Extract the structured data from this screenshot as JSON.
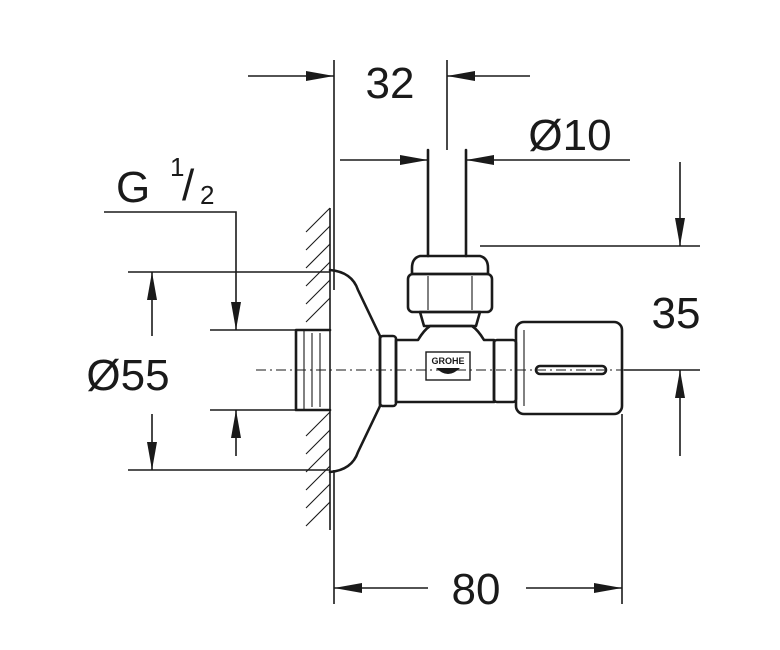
{
  "dimensions": {
    "offset_top": "32",
    "hose_diameter": "Ø10",
    "thread_base": "G",
    "thread_num": "1",
    "thread_den": "2",
    "flange_diameter": "Ø55",
    "outlet_height": "35",
    "total_depth": "80"
  },
  "logo": {
    "text": "GROHE"
  }
}
